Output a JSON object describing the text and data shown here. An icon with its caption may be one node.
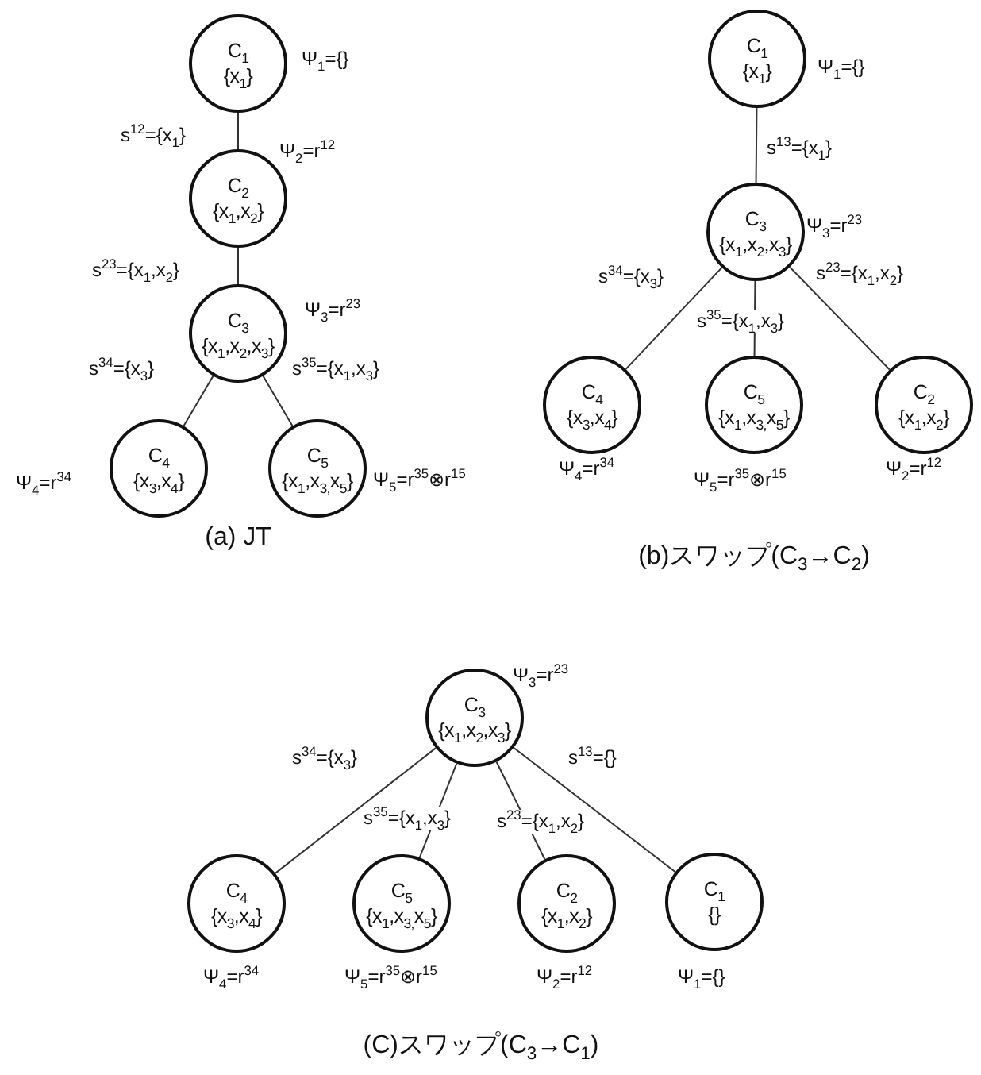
{
  "diagram": {
    "nodes": [
      {
        "text": [
          "C$_{1}$",
          "{x$_{1}$}"
        ],
        "beside": [
          "Ψ$_{1}$={}"
        ]
      },
      {
        "text": [
          "C$_{2}$",
          "{x$_{1}$,x$_{2}$}"
        ],
        "beside": [
          "Ψ$_{2}$=r$^{12}$"
        ]
      },
      {
        "text": [
          "C$_{3}$",
          "{x$_{1}$,x$_{2}$,x$_{3}$}"
        ],
        "beside": [
          "Ψ$_{3}$=r$^{23}$"
        ]
      },
      {
        "text": [
          "C$_{4}$",
          "{x$_{3}$,x$_{4}$}"
        ],
        "beside": [
          "Ψ$_{4}$=r$^{34}$"
        ]
      },
      {
        "text": [
          "C$_{5}$",
          "{x$_{1}$,x$_{3,}$x$_{5}$}"
        ],
        "beside": [
          "Ψ$_{5}$=r$^{35}$⊗r$^{15}$"
        ]
      },
      {
        "text": [
          "C$_{1}$",
          "{x$_{1}$}"
        ],
        "beside": [
          "Ψ$_{1}$={}"
        ]
      },
      {
        "text": [
          "C$_{3}$",
          "{x$_{1}$,x$_{2}$,x$_{3}$}"
        ],
        "beside": [
          "Ψ$_{3}$=r$^{23}$"
        ]
      },
      {
        "text": [
          "C$_{4}$",
          "{x$_{3}$,x$_{4}$}"
        ],
        "beside": [
          "Ψ$_{4}$=r$^{34}$"
        ]
      },
      {
        "text": [
          "C$_{5}$",
          "{x$_{1}$,x$_{3,}$x$_{5}$}"
        ],
        "beside": [
          "Ψ$_{5}$=r$^{35}$⊗r$^{15}$"
        ]
      },
      {
        "text": [
          "C$_{2}$",
          "{x$_{1}$,x$_{2}$}"
        ],
        "beside": [
          "Ψ$_{2}$=r$^{12}$"
        ]
      },
      {
        "text": [
          "C$_{3}$",
          "{x$_{1}$,x$_{2}$,x$_{3}$}"
        ],
        "beside": [
          "Ψ$_{3}$=r$^{23}$"
        ]
      },
      {
        "text": [
          "C$_{4}$",
          "{x$_{3}$,x$_{4}$}"
        ],
        "beside": [
          "Ψ$_{4}$=r$^{34}$"
        ]
      },
      {
        "text": [
          "C$_{5}$",
          "{x$_{1}$,x$_{3,}$x$_{5}$}"
        ],
        "beside": [
          "Ψ$_{5}$=r$^{35}$⊗r$^{15}$"
        ]
      },
      {
        "text": [
          "C$_{2}$",
          "{x$_{1}$,x$_{2}$}"
        ],
        "beside": [
          "Ψ$_{2}$=r$^{12}$"
        ]
      },
      {
        "text": [
          "C$_{1}$",
          "{}"
        ],
        "beside": [
          "Ψ$_{1}$={}"
        ]
      }
    ],
    "edges": [
      {
        "from": 0,
        "to": 1,
        "arrow": "none",
        "label": "s$^{12}$={x$_{1}$}"
      },
      {
        "from": 1,
        "to": 2,
        "arrow": "none",
        "label": "s$^{23}$={x$_{1}$,x$_{2}$}"
      },
      {
        "from": 2,
        "to": 3,
        "arrow": "none",
        "label": "s$^{34}$={x$_{3}$}"
      },
      {
        "from": 2,
        "to": 4,
        "arrow": "none",
        "label": "s$^{35}$={x$_{1}$,x$_{3}$}"
      },
      {
        "from": 5,
        "to": 6,
        "arrow": "none",
        "label": "s$^{13}$={x$_{1}$}"
      },
      {
        "from": 6,
        "to": 7,
        "arrow": "none",
        "label": "s$^{34}$={x$_{3}$}"
      },
      {
        "from": 6,
        "to": 8,
        "arrow": "none",
        "label": "s$^{35}$={x$_{1}$,x$_{3}$}"
      },
      {
        "from": 6,
        "to": 9,
        "arrow": "none",
        "label": "s$^{23}$={x$_{1}$,x$_{2}$}"
      },
      {
        "from": 10,
        "to": 11,
        "arrow": "none",
        "label": "s$^{34}$={x$_{3}$}"
      },
      {
        "from": 10,
        "to": 12,
        "arrow": "none",
        "label": "s$^{35}$={x$_{1}$,x$_{3}$}"
      },
      {
        "from": 10,
        "to": 13,
        "arrow": "none",
        "label": "s$^{23}$={x$_{1}$,x$_{2}$}"
      },
      {
        "from": 10,
        "to": 14,
        "arrow": "none",
        "label": "s$^{13}$={}"
      }
    ],
    "labels": [
      "(a) JT",
      "(b)スワップ(C$_{3}$→C$_{2}$)",
      "(C)スワップ(C$_{3}$→C$_{1}$)"
    ]
  }
}
